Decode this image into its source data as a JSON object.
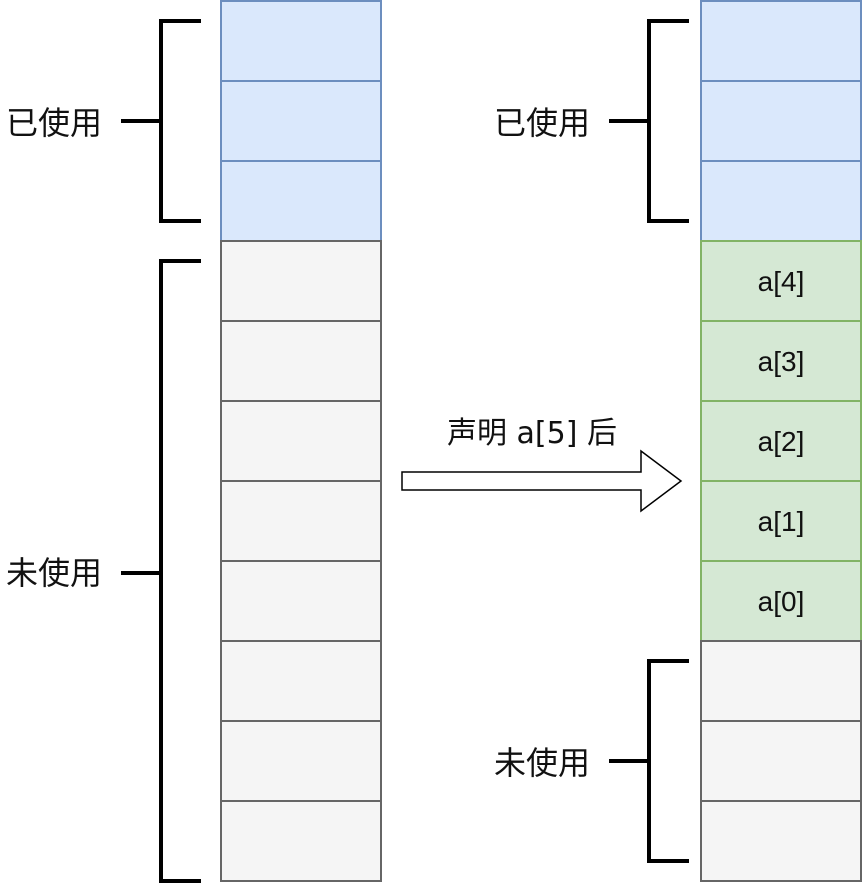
{
  "colors": {
    "used_fill": "#dae8fc",
    "used_stroke": "#6c8ebf",
    "unused_fill": "#f5f5f5",
    "unused_stroke": "#666666",
    "array_fill": "#d5e8d4",
    "array_stroke": "#82b366",
    "bracket": "#000000"
  },
  "left_stack": {
    "used_label": "已使用",
    "unused_label": "未使用"
  },
  "right_stack": {
    "used_label": "已使用",
    "unused_label": "未使用",
    "array_cells": [
      "a[4]",
      "a[3]",
      "a[2]",
      "a[1]",
      "a[0]"
    ]
  },
  "arrow": {
    "label": "声明 a[5] 后"
  }
}
